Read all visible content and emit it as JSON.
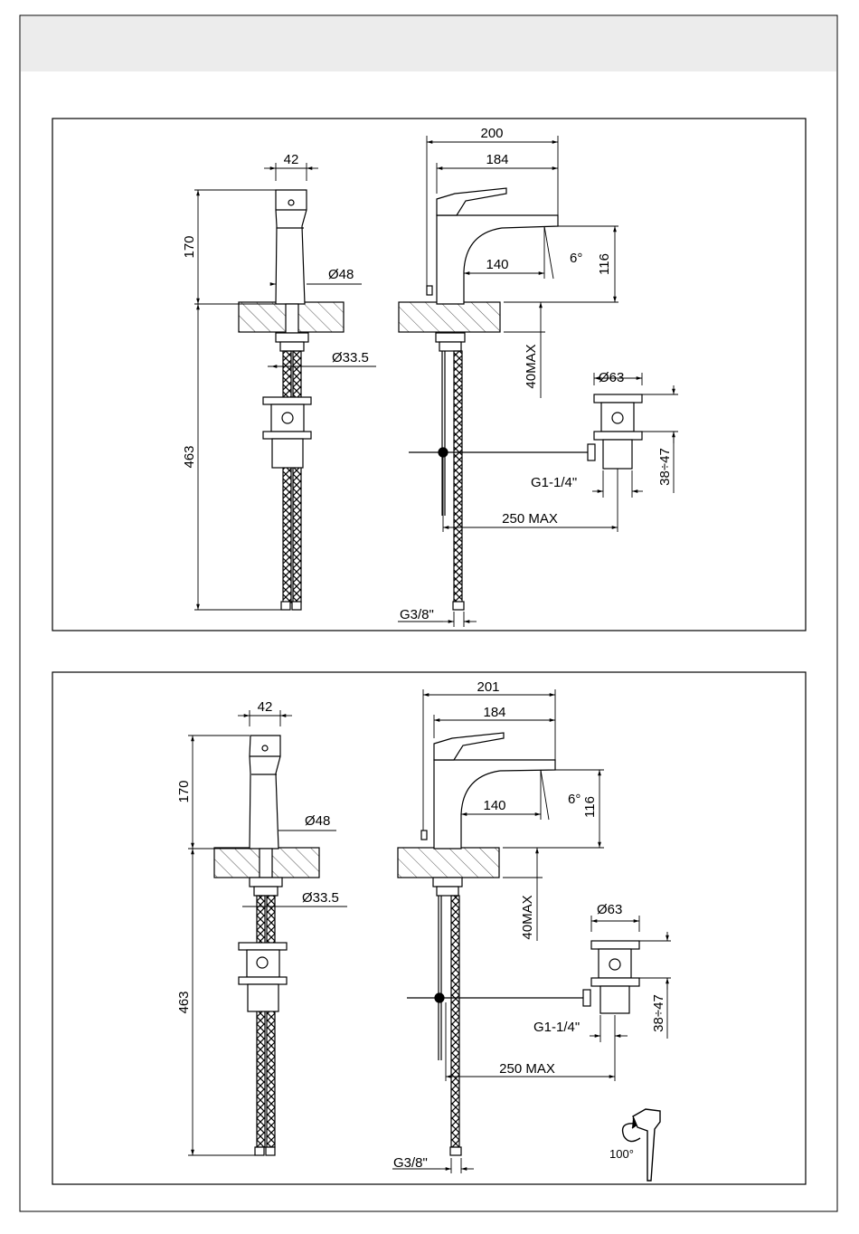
{
  "panels": [
    {
      "side": {
        "width": "42",
        "height_top": "170",
        "height_bottom": "463",
        "diameter_body": "Ø48",
        "diameter_shank": "Ø33.5"
      },
      "front": {
        "overall": "200",
        "spout": "184",
        "reach": "140",
        "angle": "6°",
        "height": "116",
        "deck_max": "40MAX",
        "drain_diameter": "Ø63",
        "drain_thread": "G1-1/4\"",
        "drain_range": "38÷47",
        "rod_max": "250 MAX",
        "hose_thread": "G3/8\""
      }
    },
    {
      "side": {
        "width": "42",
        "height_top": "170",
        "height_bottom": "463",
        "diameter_body": "Ø48",
        "diameter_shank": "Ø33.5"
      },
      "front": {
        "overall": "201",
        "spout": "184",
        "reach": "140",
        "angle": "6°",
        "height": "116",
        "deck_max": "40MAX",
        "drain_diameter": "Ø63",
        "drain_thread": "G1-1/4\"",
        "drain_range": "38÷47",
        "rod_max": "250 MAX",
        "hose_thread": "G3/8\""
      },
      "rotation": {
        "label": "100°",
        "icon": "rotate-arrow-icon"
      }
    }
  ]
}
